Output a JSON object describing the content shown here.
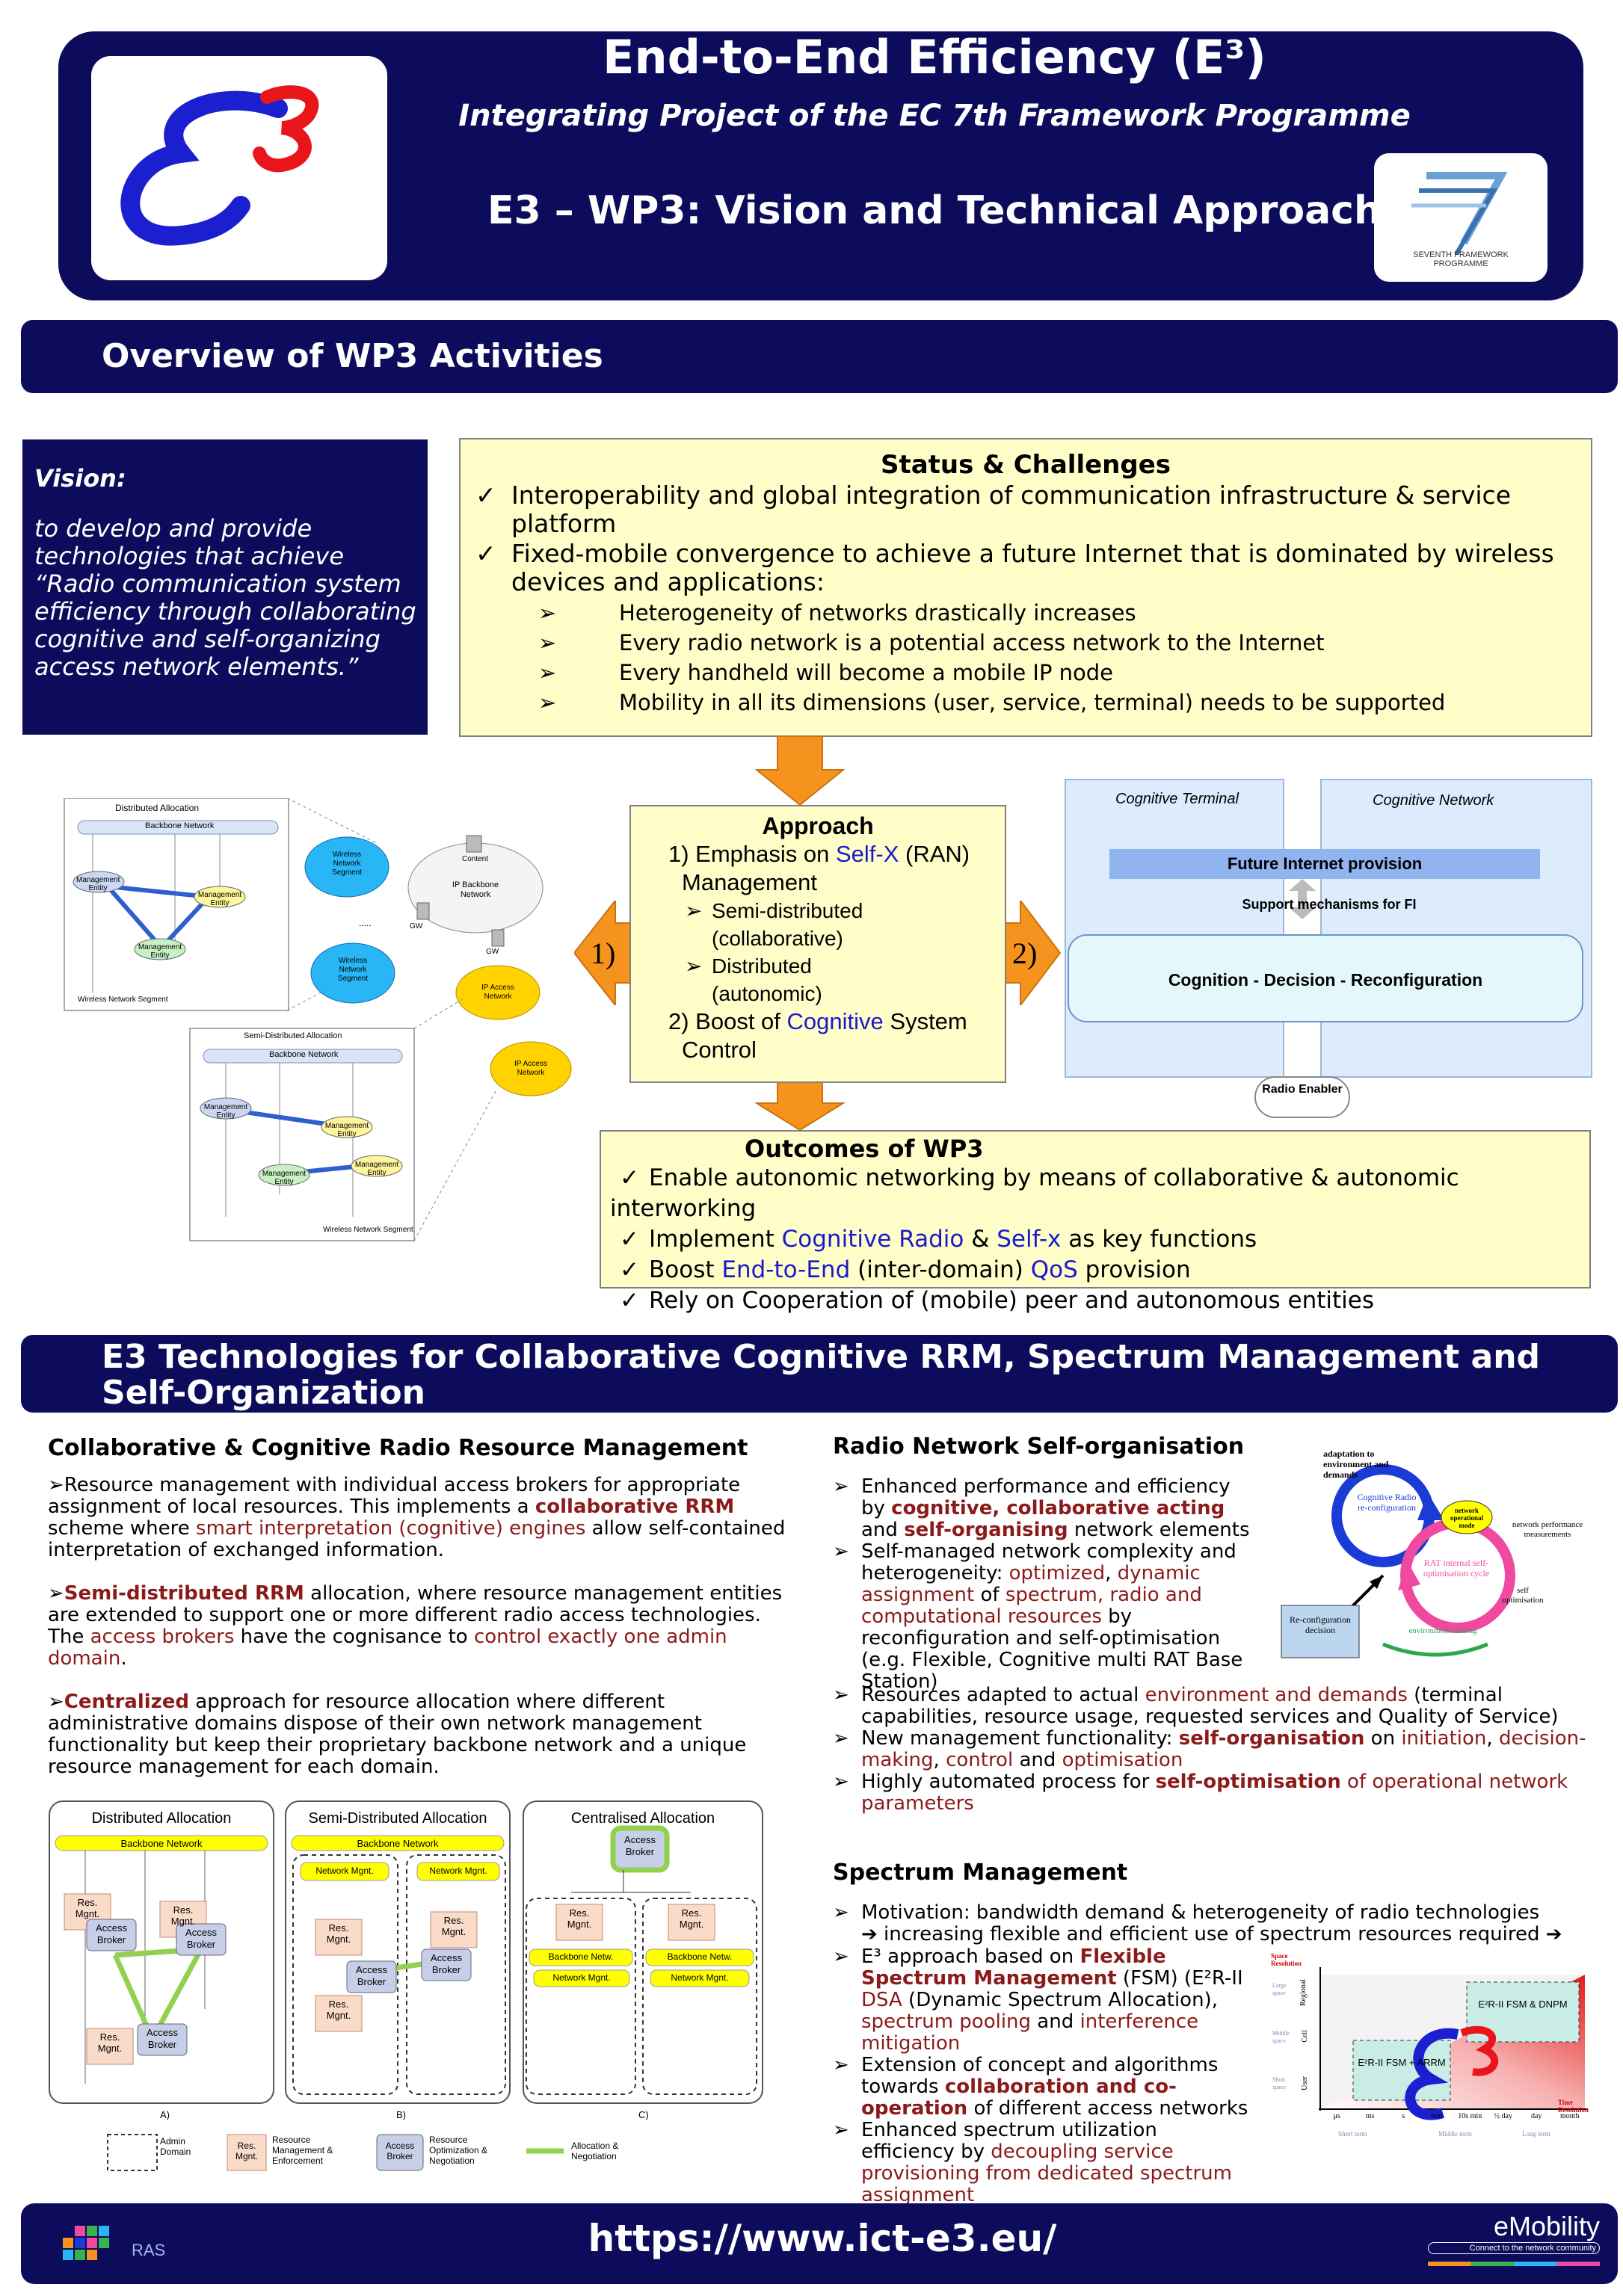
{
  "header": {
    "logo_text": "E3",
    "title": "End-to-End Efficiency (E³)",
    "subtitle": "Integrating Project of the EC 7th Framework Programme",
    "wp_title": "E3 – WP3: Vision and Technical Approach",
    "fp7_logo_text": "SEVENTH FRAMEWORK PROGRAMME"
  },
  "section1": {
    "title": "Overview of WP3 Activities"
  },
  "vision": {
    "label": "Vision:",
    "text": "to develop and provide technologies that achieve “Radio communication system efficiency through collaborating cognitive and self-organizing access network elements.”"
  },
  "status": {
    "title": "Status & Challenges",
    "items": [
      "Interoperability and global integration of communication infrastructure & service platform",
      "Fixed-mobile convergence to achieve a future Internet that is dominated by wireless devices and applications:"
    ],
    "subitems": [
      "Heterogeneity of networks drastically increases",
      "Every radio network is a potential access network to the Internet",
      "Every handheld will become a mobile IP node",
      "Mobility in all its dimensions (user, service, terminal) needs to be supported"
    ]
  },
  "approach": {
    "title": "Approach",
    "p1_pre": "1) Emphasis on ",
    "p1_key": "Self-X",
    "p1_post": " (RAN)",
    "p1_line2": "Management",
    "sub1_a": "Semi-distributed",
    "sub1_b": "(collaborative)",
    "sub2_a": "Distributed",
    "sub2_b": "(autonomic)",
    "p2_pre": "2) Boost of ",
    "p2_key": "Cognitive",
    "p2_post": " System",
    "p2_line2": "Control",
    "arrow_left": "1)",
    "arrow_right": "2)"
  },
  "topology": {
    "panel1_title": "Distributed Allocation",
    "backbone": "Backbone Network",
    "mgmt_entity": "Management Entity",
    "panel1_footer": "Wireless Network Segment",
    "wireless_seg": "Wireless Network Segment",
    "ip_backbone": "IP Backbone Network",
    "content": "Content",
    "gw": "GW",
    "ip_access": "IP Access Network",
    "dots": ".....",
    "panel2_title": "Semi-Distributed Allocation"
  },
  "cognitive": {
    "terminal": "Cognitive Terminal",
    "network": "Cognitive Network",
    "fi": "Future Internet provision",
    "support": "Support mechanisms for FI",
    "cdr": "Cognition - Decision - Reconfiguration",
    "radio_enabler": "Radio Enabler"
  },
  "outcomes": {
    "title": "Outcomes of WP3",
    "l1": "Enable autonomic networking by means of collaborative & autonomic interworking",
    "l2_a": "Implement ",
    "l2_b": "Cognitive Radio",
    "l2_c": " & ",
    "l2_d": "Self-x",
    "l2_e": " as key functions",
    "l3_a": "Boost ",
    "l3_b": "End-to-End",
    "l3_c": " (inter-domain) ",
    "l3_d": "QoS",
    "l3_e": " provision",
    "l4": "Rely on Cooperation of (mobile) peer and autonomous entities"
  },
  "section2": {
    "title_l1": "E3 Technologies for Collaborative Cognitive RRM, Spectrum Management and",
    "title_l2": "Self-Organization"
  },
  "rrm": {
    "heading": "Collaborative & Cognitive Radio Resource Management",
    "p1_a": "Resource management with individual access brokers for appropriate assignment of local resources. This implements a ",
    "p1_b": "collaborative RRM",
    "p1_c": " scheme where ",
    "p1_d": "smart interpretation (cognitive) engines",
    "p1_e": " allow self-contained interpretation of exchanged information.",
    "p2_a": "Semi-distributed RRM",
    "p2_b": " allocation, where resource management entities are extended to support one or more different radio access technologies. The ",
    "p2_c": "access brokers",
    "p2_d": " have the cognisance to ",
    "p2_e": "control exactly one admin domain",
    "p2_f": ".",
    "p3_a": "Centralized",
    "p3_b": " approach for resource allocation where different administrative domains dispose of their own network management functionality but keep their proprietary backbone network and a unique resource management for each domain."
  },
  "alloc": {
    "t_dist": "Distributed Allocation",
    "t_semi": "Semi-Distributed Allocation",
    "t_cent": "Centralised Allocation",
    "backbone": "Backbone Network",
    "res_mgnt": "Res. Mgnt.",
    "access_broker": "Access Broker",
    "network_mgnt": "Network Mgnt.",
    "backbone_netw": "Backbone Netw.",
    "cap_a": "A)",
    "cap_b": "B)",
    "cap_c": "C)",
    "leg_admin": "Admin Domain",
    "leg_res": "Resource Management & Enforcement",
    "leg_broker": "Resource Optimization & Negotiation",
    "leg_alloc": "Allocation & Negotiation"
  },
  "selforg": {
    "heading": "Radio Network Self-organisation",
    "b1_a": "Enhanced performance and efficiency by ",
    "b1_b": "cognitive, collaborative acting",
    "b1_c": " and ",
    "b1_d": "self-organising",
    "b1_e": " network elements",
    "b2_a": "Self-managed network complexity and heterogeneity: ",
    "b2_b": "optimized",
    "b2_c": ", ",
    "b2_d": "dynamic assignment",
    "b2_e": " of ",
    "b2_f": "spectrum, radio and computational resources",
    "b2_g": " by reconfiguration and self-optimisation (e.g. Flexible, Cognitive multi RAT Base Station)",
    "b3_a": "Resources adapted to actual ",
    "b3_b": "environment and demands",
    "b3_c": " (terminal capabilities, resource usage, requested services and Quality of Service)",
    "b4_a": "New management functionality: ",
    "b4_b": "self-organisation",
    "b4_c": " on ",
    "b4_d": "initiation",
    "b4_e": ", ",
    "b4_f": "decision-making",
    "b4_g": ", ",
    "b4_h": "control",
    "b4_i": " and ",
    "b4_j": "optimisation",
    "b5_a": "Highly automated process for ",
    "b5_b": "self-optimisation",
    "b5_c": " of operational network parameters",
    "d_adapt": "adaptation to environment and demands",
    "d_cogradio": "Cognitive Radio re-configuration",
    "d_netmode": "network operational mode",
    "d_netperf": "network performance measurements",
    "d_rat": "RAT internal self-optimisation cycle",
    "d_selfopt": "self optimisation",
    "d_reconf": "Re-configuration decision",
    "d_envsens": "environment sensing"
  },
  "spectrum": {
    "heading": "Spectrum Management",
    "b1_a": "Motivation: bandwidth demand & heterogeneity of radio technologies",
    "b1_b": "➔ increasing flexible and efficient use of spectrum resources required ➔",
    "b2_a": "E³ approach based on ",
    "b2_b": "Flexible Spectrum Management",
    "b2_c": " (FSM) (E²R-II ",
    "b2_d": "DSA",
    "b2_e": " (Dynamic Spectrum Allocation), ",
    "b2_f": "spectrum pooling",
    "b2_g": " and ",
    "b2_h": "interference mitigation",
    "b3_a": "Extension of concept and algorithms towards ",
    "b3_b": "collaboration and co-operation",
    "b3_c": " of different access networks",
    "b4_a": "Enhanced spectrum utilization efficiency by ",
    "b4_b": "decoupling service provisioning from dedicated spectrum assignment",
    "g_space": "Space Resolution",
    "g_time": "Time Resolution",
    "g_regional": "Regional",
    "g_cell": "Cell",
    "g_user": "User",
    "g_large": "Large space",
    "g_middle": "Middle space",
    "g_short": "Short space",
    "g_box1": "E²R-II FSM & DNPM",
    "g_box2": "E²R-II FSM + ARRM",
    "g_ticks": [
      "μs",
      "ms",
      "s",
      "min",
      "10s min",
      "½ day",
      "day",
      "month"
    ],
    "g_short_term": "Short term",
    "g_middle_term": "Middle term",
    "g_long_term": "Long term",
    "g_logo": "E3"
  },
  "footer": {
    "url": "https://www.ict-e3.eu/",
    "ras": "RAS",
    "emobility": "eMobility",
    "emobility_tag": "Connect to the network community"
  }
}
